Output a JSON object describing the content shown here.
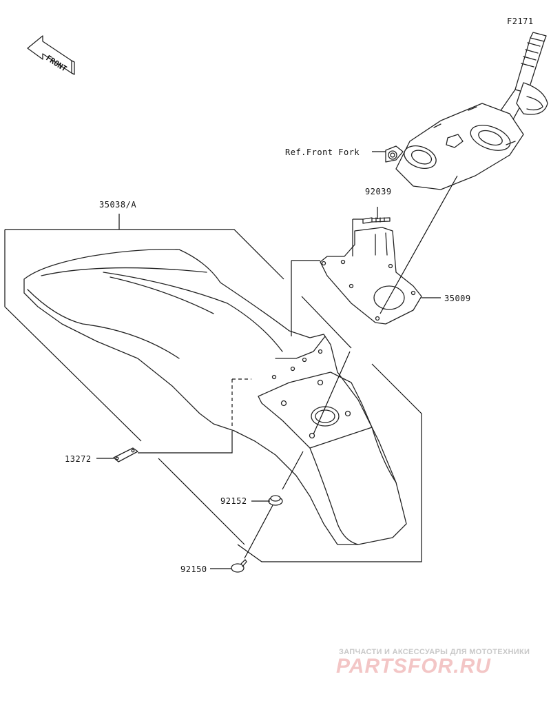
{
  "figure": {
    "code": "F2171",
    "front_arrow_text": "FRONT"
  },
  "parts": {
    "fender": "35038/A",
    "bracket": "35009",
    "bolt_top": "92039",
    "plate": "13272",
    "washer": "92152",
    "bolt_bottom": "92150",
    "reference": "Ref.Front Fork"
  },
  "watermark": {
    "tagline": "ЗАПЧАСТИ И АКСЕССУАРЫ ДЛЯ МОТОТЕХНИКИ",
    "logo": "PARTSFOR.RU"
  }
}
